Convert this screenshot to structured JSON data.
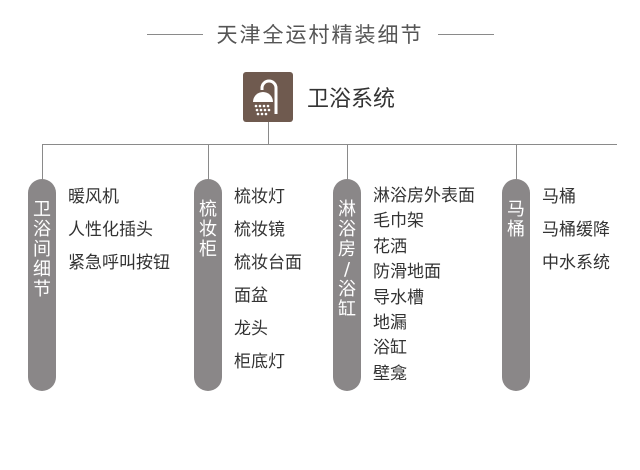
{
  "title": "天津全运村精装细节",
  "header": {
    "label": "卫浴系统",
    "icon": "shower-icon"
  },
  "categories": [
    {
      "key": "cat1",
      "label": "卫浴间细节",
      "items": [
        "暖风机",
        "人性化插头",
        "紧急呼叫按钮"
      ]
    },
    {
      "key": "cat2",
      "label": "梳妆柜",
      "items": [
        "梳妆灯",
        "梳妆镜",
        "梳妆台面",
        "面盆",
        "龙头",
        "柜底灯"
      ]
    },
    {
      "key": "cat3",
      "label": "淋浴房/浴缸",
      "items": [
        "淋浴房外表面",
        "毛巾架",
        "花洒",
        "防滑地面",
        "导水槽",
        "地漏",
        "浴缸",
        "壁龛"
      ]
    },
    {
      "key": "cat4",
      "label": "马桶",
      "items": [
        "马桶",
        "马桶缓降",
        "中水系统"
      ]
    }
  ],
  "colors": {
    "pill": "#8a8788",
    "icon_bg": "#6f5a4f",
    "line": "#8a8a8a",
    "text": "#333333"
  }
}
